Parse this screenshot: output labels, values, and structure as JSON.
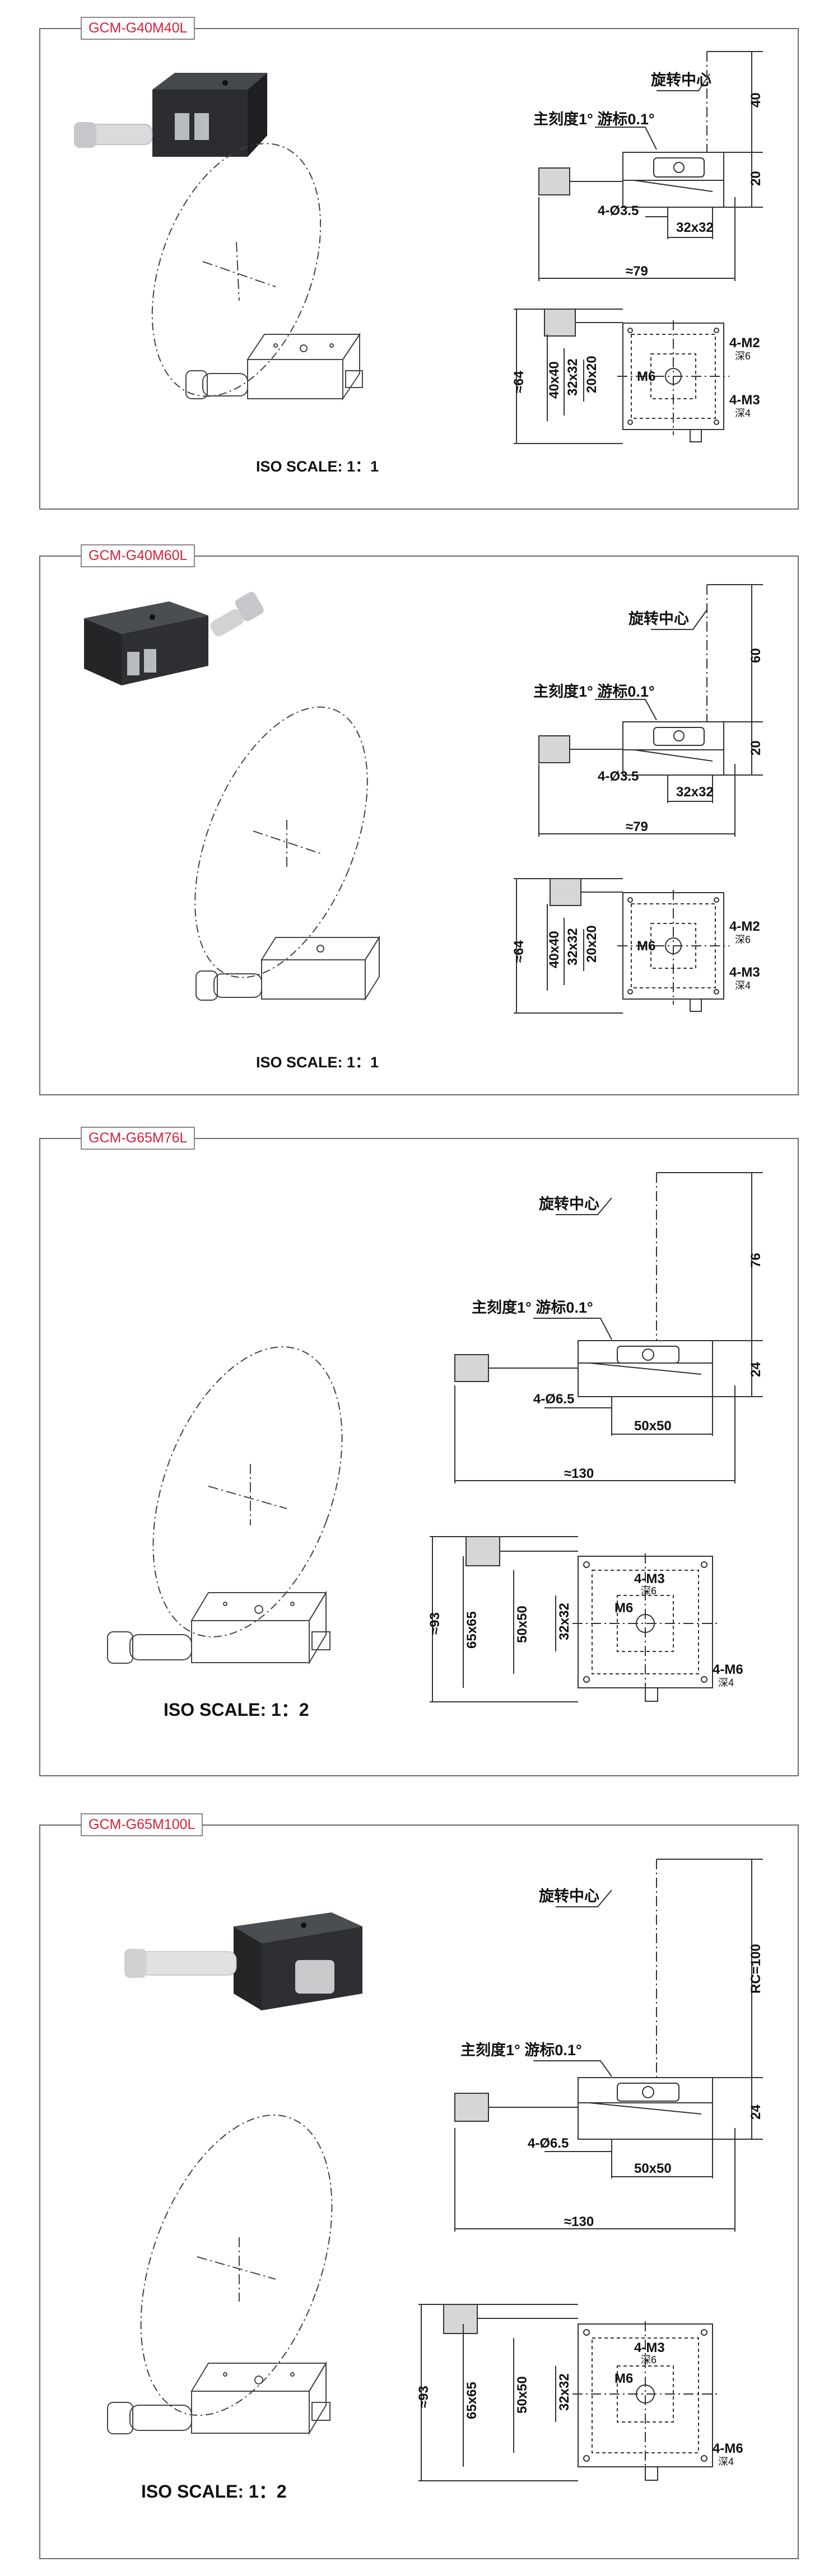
{
  "colors": {
    "tag_text": "#d6233b",
    "frame": "#6a6a6a",
    "metal": "#cfd1d3",
    "black_body": "#26282b"
  },
  "panels": [
    {
      "model": "GCM-G40M40L",
      "rotation_center": "旋转中心",
      "scale_label": "主刻度1° 游标0.1°",
      "height_top": "40",
      "height_side": "20",
      "hole": "4-Ø3.5",
      "platform": "32x32",
      "overall": "≈79",
      "plan_height": "≈64",
      "dim_a": "40x40",
      "dim_b": "32x32",
      "dim_c": "20x20",
      "center_thread": "M6",
      "thread1": "4-M2",
      "thread1_depth": "深6",
      "thread2": "4-M3",
      "thread2_depth": "深4",
      "iso": "ISO SCALE: 1：1"
    },
    {
      "model": "GCM-G40M60L",
      "rotation_center": "旋转中心",
      "scale_label": "主刻度1° 游标0.1°",
      "height_top": "60",
      "height_side": "20",
      "hole": "4-Ø3.5",
      "platform": "32x32",
      "overall": "≈79",
      "plan_height": "≈64",
      "dim_a": "40x40",
      "dim_b": "32x32",
      "dim_c": "20x20",
      "center_thread": "M6",
      "thread1": "4-M2",
      "thread1_depth": "深6",
      "thread2": "4-M3",
      "thread2_depth": "深4",
      "iso": "ISO SCALE: 1：1"
    },
    {
      "model": "GCM-G65M76L",
      "rotation_center": "旋转中心",
      "scale_label": "主刻度1° 游标0.1°",
      "height_top": "76",
      "height_side": "24",
      "hole": "4-Ø6.5",
      "platform": "50x50",
      "overall": "≈130",
      "plan_height": "≈93",
      "dim_a": "65x65",
      "dim_b": "50x50",
      "dim_c": "32x32",
      "center_thread": "M6",
      "thread1": "4-M3",
      "thread1_depth": "深6",
      "thread2": "4-M6",
      "thread2_depth": "深4",
      "iso": "ISO SCALE: 1：2"
    },
    {
      "model": "GCM-G65M100L",
      "rotation_center": "旋转中心",
      "scale_label": "主刻度1° 游标0.1°",
      "height_top": "RC=100",
      "height_side": "24",
      "hole": "4-Ø6.5",
      "platform": "50x50",
      "overall": "≈130",
      "plan_height": "≈93",
      "dim_a": "65x65",
      "dim_b": "50x50",
      "dim_c": "32x32",
      "center_thread": "M6",
      "thread1": "4-M3",
      "thread1_depth": "深6",
      "thread2": "4-M6",
      "thread2_depth": "深4",
      "iso": "ISO SCALE: 1：2"
    }
  ]
}
